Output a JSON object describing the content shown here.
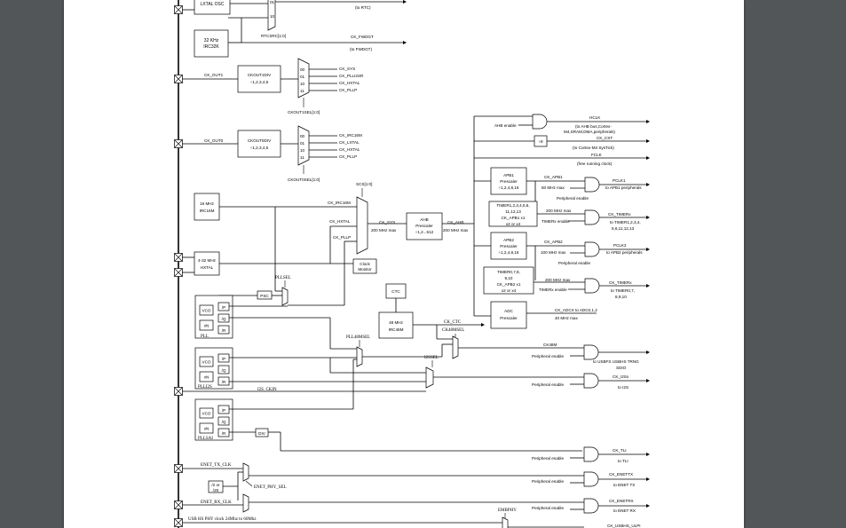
{
  "blocks": {
    "lxtal_osc": "LXTAL OSC",
    "irc32k": [
      "32 KHz",
      "IRC32K"
    ],
    "ckout1div": [
      "CKOUT1DIV",
      "÷1,2,3,4,5"
    ],
    "ckout0div": [
      "CKOUT0DIV",
      "÷1,2,3,4,5"
    ],
    "irc16m": [
      "16 MHz",
      "IRC16M"
    ],
    "hxtal": [
      "4-32 MHz",
      "HXTAL"
    ],
    "clock_monitor": [
      "Clock",
      "Monitor"
    ],
    "ahb_prescaler": [
      "AHB",
      "Prescaler",
      "÷1,2...512"
    ],
    "ctc": "CTC",
    "irc48m": [
      "48 MHz",
      "IRC48M"
    ],
    "apb1_prescaler": [
      "APB1",
      "Prescaler",
      "÷1,2,4,8,16"
    ],
    "timer_apb1": [
      "TIMER1,2,3,4,5,6,",
      "11,12,13",
      "CK_APB1 x1",
      "x2 or x4"
    ],
    "apb2_prescaler": [
      "APB2",
      "Prescaler",
      "÷1,2,4,8,16"
    ],
    "timer_apb2": [
      "TIMER0,7,8,",
      "9,10",
      "CK_APB2 x1",
      "x2 or x4"
    ],
    "adc_prescaler": [
      "ADC",
      "Prescaler"
    ],
    "div8": "÷8",
    "psc": "PSC",
    "div": "DIV",
    "div_2_20": [
      "/2 or",
      "/20"
    ],
    "pll_vco": "VCO",
    "pll_xn": "xN",
    "pll_p": "/P",
    "pll_q": "/Q",
    "pll_r": "/R",
    "pll_label": "PLL",
    "plli2s_label": "PLLI2S",
    "pllsai_label": "PLLSAI"
  },
  "mux_inputs": [
    "00",
    "01",
    "10",
    "11"
  ],
  "rtc_mux_inputs": [
    "01",
    "10"
  ],
  "signals": {
    "rtc_out": "(to RTC)",
    "rtcsrc": "RTCSRC[1:0]",
    "ck_fwdgt": "CK_FWDGT",
    "to_fwdgt": "(to FWDGT)",
    "ck_out1": "CK_OUT1",
    "ck_out0": "CK_OUT0",
    "ckout1_inputs": [
      "CK_SYS",
      "CK_PLLI2SR",
      "CK_HXTAL",
      "CK_PLLP"
    ],
    "ckout1sel": "CKOUT1SEL[1:0]",
    "ckout0_inputs": [
      "CK_IRC16M",
      "CK_LXTAL",
      "CK_HXTAL",
      "CK_PLLP"
    ],
    "ckout0sel": "CKOUT0SEL[1:0]",
    "scs": "SCS[1:0]",
    "ck_irc16m": "CK_IRC16M",
    "ck_hxtal": "CK_HXTAL",
    "ck_pllp": "CK_PLLP",
    "ck_sys": "CK_SYS",
    "ck_sys_max": "200 MHz max",
    "ck_ahb": "CK_AHB",
    "ck_ahb_max": "200 MHz max",
    "pllsel": "PLLSEL",
    "ahb_enable": "AHB enable",
    "hclk": "HCLK",
    "hclk_dest": [
      "(to AHB bus,Cortex-",
      "M4,SRAM,DMA,peripherals)"
    ],
    "ck_cst": "CK_CST",
    "ck_cst_dest": "(to Cortex-M4 SysTick)",
    "fclk": "FCLK",
    "fclk_dest": "(free running clock)",
    "ck_apb1": "CK_APB1",
    "apb1_max": "50 MHz max",
    "pclk1": "PCLK1",
    "pclk1_dest": "to APB1 peripherals",
    "peripheral_enable": "Peripheral enable",
    "timer1_max": "200 MHz max",
    "timerx_enable": "TIMERx enable",
    "ck_timerx": "CK_TIMERx",
    "timerx_apb1_dest": [
      "to TIMER1,2,3,4,",
      "5,6,11,12,13"
    ],
    "ck_apb2": "CK_APB2",
    "apb2_max": "100 MHz max",
    "pclk2": "PCLK2",
    "pclk2_dest": "to APB2 peripherals",
    "timer2_max": "200 MHz max",
    "timerx_apb2_dest": [
      "to TIMER0,7,",
      "8,9,10"
    ],
    "ck_adcx": "CK_ADCX to ADC0,1,2",
    "adc_max": "40 MHz max",
    "ck_ctc": "CK_CTC",
    "ck48msel": "CK48MSEL",
    "ck48m": "CK48M",
    "ck48m_dest": [
      "to USBFS USBHS TRNG",
      "SDIO"
    ],
    "pll48msel": "PLL48MSEL",
    "i2ssel": "I2SSEL",
    "ck_i2sx": "CK_I2Sx",
    "to_i2s": "to I2S",
    "i2s_ckin": "I2S_CKIN",
    "ck_tli": "CK_TLI",
    "to_tli": "to TLI",
    "enet_tx_clk": "ENET_TX_CLK",
    "enet_phy_sel": "ENET_PHY_SEL",
    "ck_enettx": "CK_ENETTX",
    "to_enet_tx": "to ENET TX",
    "enet_rx_clk": "ENET_RX_CLK",
    "ck_enetrx": "CK_ENETRX",
    "to_enet_rx": "to ENET RX",
    "usb_hs_phy": "USB HS PHY clock 24Mhz to 60Mhz",
    "embphy": "EMBPHY",
    "ck_usbhs_ulpi": "CK_USBHS_ULPI"
  }
}
